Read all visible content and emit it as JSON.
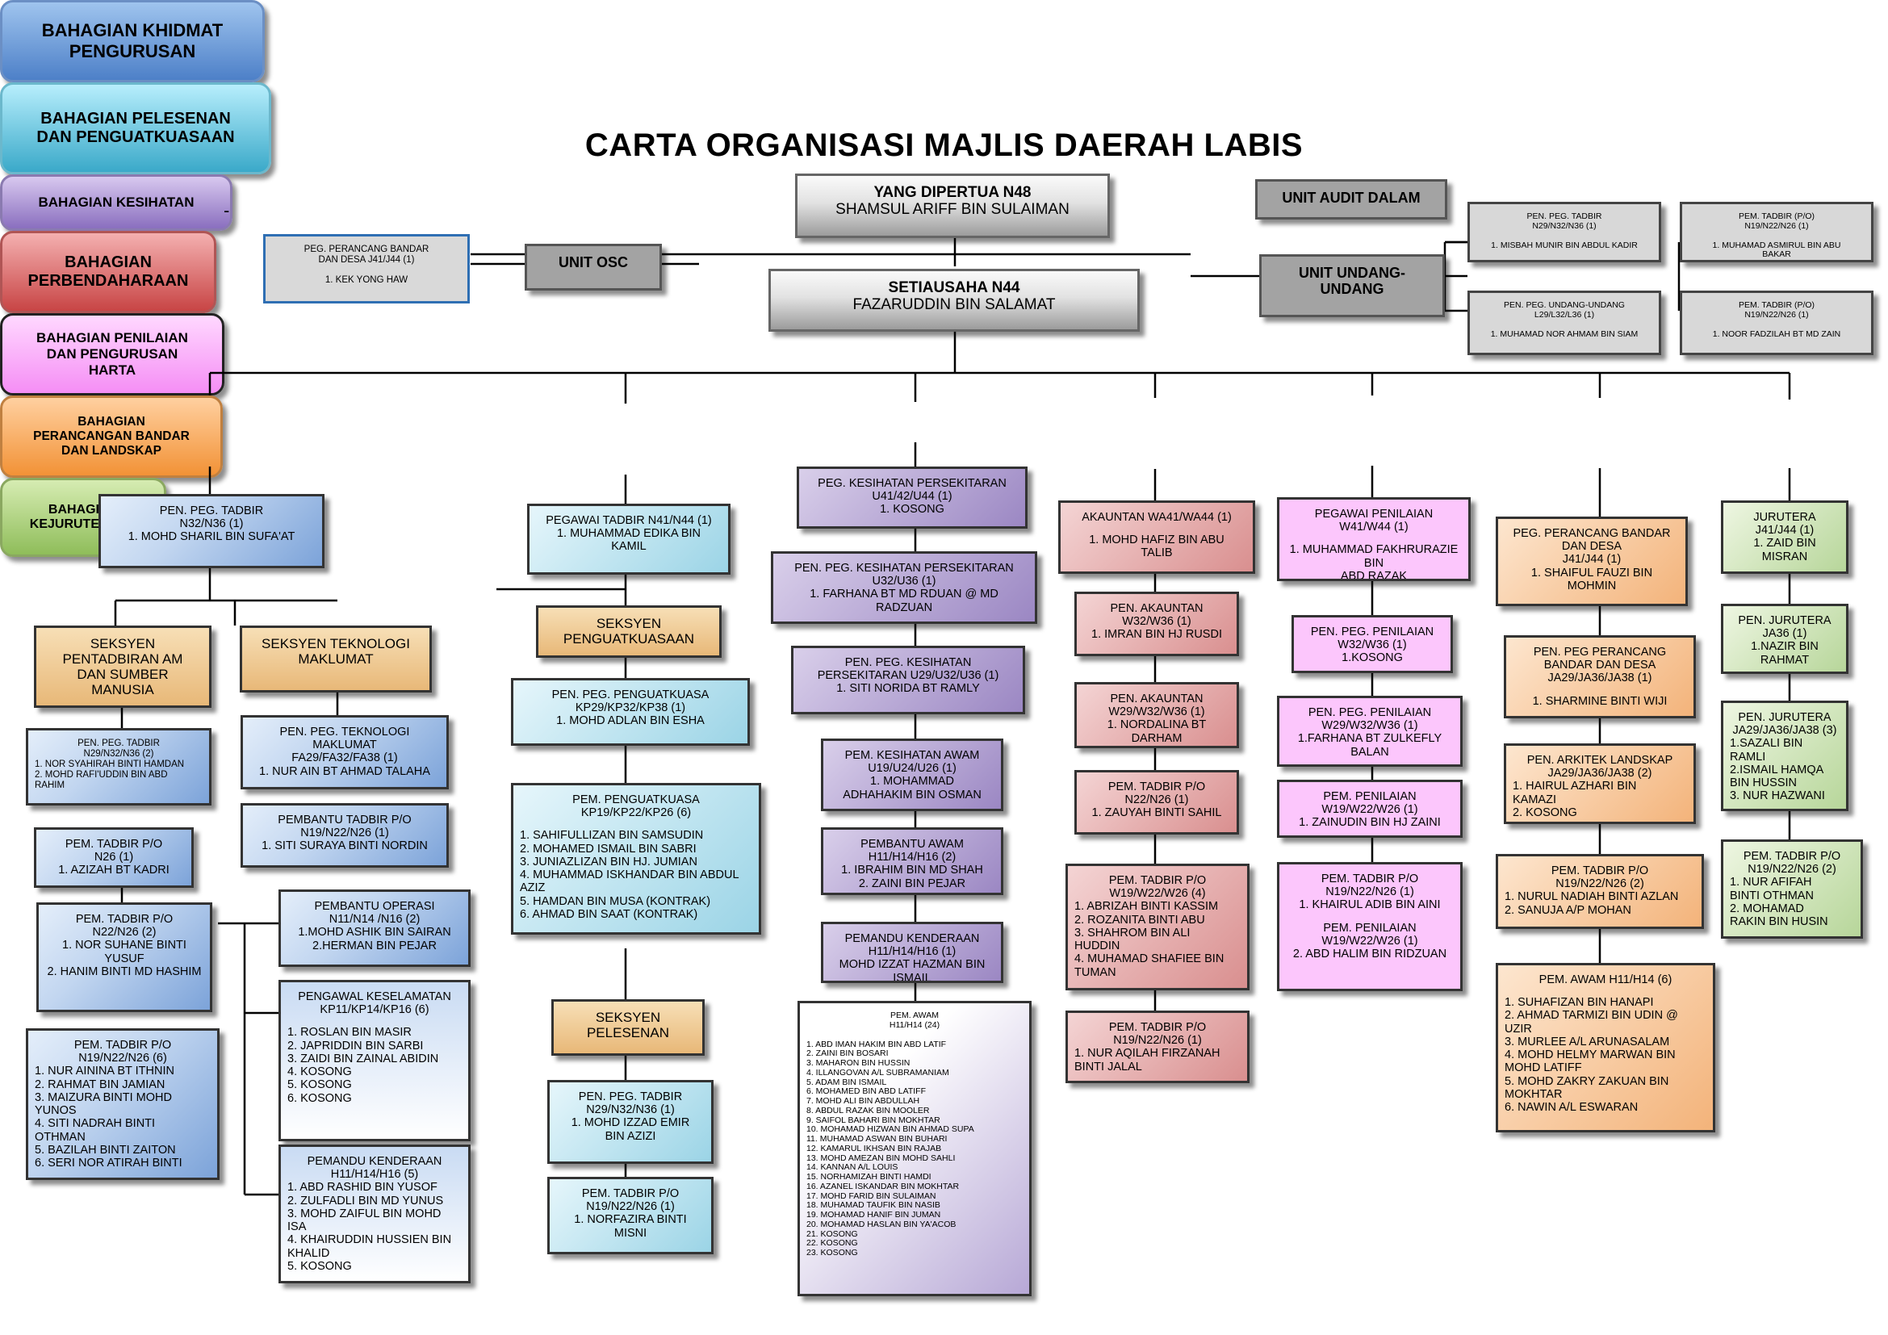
{
  "title": "CARTA ORGANISASI MAJLIS DAERAH LABIS",
  "dash": "-",
  "top": {
    "ydp": [
      "YANG DIPERTUA N48",
      "SHAMSUL ARIFF BIN SULAIMAN"
    ],
    "setiausaha": [
      "SETIAUSAHA N44",
      "FAZARUDDIN BIN SALAMAT"
    ],
    "audit": "UNIT AUDIT DALAM",
    "osc": "UNIT OSC",
    "osc_staff": [
      "PEG. PERANCANG BANDAR",
      "DAN DESA J41/J44 (1)",
      "",
      "1. KEK YONG HAW"
    ],
    "undang": [
      "UNIT UNDANG-",
      "UNDANG"
    ],
    "undang_staff": [
      [
        "PEN. PEG. TADBIR",
        "N29/N32/N36 (1)",
        "",
        "1. MISBAH MUNIR BIN ABDUL KADIR"
      ],
      [
        "PEM. TADBIR (P/O)",
        "N19/N22/N26 (1)",
        "",
        "1. MUHAMAD ASMIRUL BIN ABU",
        "BAKAR"
      ],
      [
        "PEN. PEG. UNDANG-UNDANG",
        "L29/L32/L36 (1)",
        "",
        "1. MUHAMAD NOR AHMAM BIN SIAM"
      ],
      [
        "PEM. TADBIR (P/O)",
        "N19/N22/N26 (1)",
        "",
        "1. NOOR FADZILAH BT MD ZAIN"
      ]
    ]
  },
  "divisions": [
    {
      "name": [
        "BAHAGIAN KHIDMAT",
        "PENGURUSAN"
      ],
      "color": "#5b8ed6",
      "boxes": [
        [
          "PEN. PEG. TADBIR",
          "N32/N36 (1)",
          "1. MOHD SHARIL BIN SUFA'AT"
        ],
        [
          "SEKSYEN",
          "PENTADBIRAN AM",
          "DAN SUMBER",
          "MANUSIA"
        ],
        [
          "SEKSYEN TEKNOLOGI",
          "MAKLUMAT"
        ],
        [
          "PEN. PEG. TADBIR",
          "N29/N32/N36 (2)",
          "1. NOR SYAHIRAH BINTI HAMDAN",
          "2. MOHD RAFI'UDDIN BIN ABD",
          "RAHIM"
        ],
        [
          "PEM. TADBIR P/O",
          "N26 (1)",
          "1. AZIZAH BT KADRI"
        ],
        [
          "PEM. TADBIR P/O",
          "N22/N26 (2)",
          "1. NOR SUHANE BINTI",
          "YUSUF",
          "2. HANIM BINTI MD HASHIM"
        ],
        [
          "PEM. TADBIR P/O",
          "N19/N22/N26 (6)",
          "1. NUR AININA BT ITHNIN",
          "2. RAHMAT BIN JAMIAN",
          "3. MAIZURA BINTI MOHD",
          "YUNOS",
          "4. SITI NADRAH BINTI",
          "OTHMAN",
          "5. BAZILAH BINTI ZAITON",
          "6. SERI NOR ATIRAH BINTI"
        ],
        [
          "PEN. PEG. TEKNOLOGI",
          "MAKLUMAT",
          "FA29/FA32/FA38 (1)",
          "1. NUR AIN BT AHMAD TALAHA"
        ],
        [
          "PEMBANTU TADBIR P/O",
          "N19/N22/N26 (1)",
          "1. SITI SURAYA BINTI NORDIN"
        ],
        [
          "PEMBANTU OPERASI",
          "N11/N14 /N16 (2)",
          "1.MOHD ASHIK BIN SAIRAN",
          "2.HERMAN BIN PEJAR"
        ],
        [
          "PENGAWAL KESELAMATAN",
          "KP11/KP14/KP16 (6)",
          "",
          "1. ROSLAN BIN MASIR",
          "2. JAPRIDDIN BIN SARBI",
          "3. ZAIDI BIN ZAINAL ABIDIN",
          "4. KOSONG",
          "5. KOSONG",
          "6. KOSONG"
        ],
        [
          "PEMANDU KENDERAAN",
          "H11/H14/H16 (5)",
          "1. ABD RASHID BIN YUSOF",
          "2. ZULFADLI BIN MD YUNUS",
          "3. MOHD ZAIFUL BIN MOHD",
          "ISA",
          "4. KHAIRUDDIN HUSSIEN BIN",
          "KHALID",
          "5. KOSONG"
        ]
      ]
    },
    {
      "name": [
        "BAHAGIAN PELESENAN",
        "DAN PENGUATKUASAAN"
      ],
      "color": "#49b6d2",
      "boxes": [
        [
          "PEGAWAI TADBIR N41/N44 (1)",
          "1. MUHAMMAD EDIKA BIN",
          "KAMIL"
        ],
        [
          "SEKSYEN",
          "PENGUATKUASAAN"
        ],
        [
          "PEN. PEG. PENGUATKUASA",
          "KP29/KP32/KP38 (1)",
          "1. MOHD ADLAN BIN ESHA"
        ],
        [
          "PEM. PENGUATKUASA",
          "KP19/KP22/KP26 (6)",
          "",
          "1. SAHIFULLIZAN BIN SAMSUDIN",
          "2. MOHAMED ISMAIL BIN SABRI",
          "3. JUNIAZLIZAN BIN HJ. JUMIAN",
          "4.  MUHAMMAD ISKHANDAR BIN ABDUL",
          "AZIZ",
          "5. HAMDAN BIN MUSA (KONTRAK)",
          "6. AHMAD BIN SAAT (KONTRAK)"
        ],
        [
          "SEKSYEN",
          "PELESENAN"
        ],
        [
          "PEN. PEG. TADBIR",
          "N29/N32/N36 (1)",
          "1. MOHD IZZAD EMIR",
          "BIN AZIZI"
        ],
        [
          "PEM. TADBIR P/O",
          "N19/N22/N26 (1)",
          "1. NORFAZIRA BINTI",
          "MISNI"
        ]
      ]
    },
    {
      "name": [
        "BAHAGIAN KESIHATAN"
      ],
      "color": "#9a84c8",
      "boxes": [
        [
          "PEG. KESIHATAN PERSEKITARAN",
          "U41/42/U44 (1)",
          "1. KOSONG"
        ],
        [
          "PEN. PEG. KESIHATAN PERSEKITARAN",
          "U32/U36 (1)",
          "1. FARHANA BT MD RDUAN @ MD",
          "RADZUAN"
        ],
        [
          "PEN. PEG. KESIHATAN",
          "PERSEKITARAN U29/U32/U36 (1)",
          "1. SITI NORIDA BT RAMLY"
        ],
        [
          "PEM. KESIHATAN AWAM",
          "U19/U24/U26 (1)",
          "1. MOHAMMAD",
          "ADHAHAKIM BIN OSMAN"
        ],
        [
          "PEMBANTU AWAM",
          "H11/H14/H16 (2)",
          "1. IBRAHIM BIN MD SHAH",
          "2. ZAINI BIN PEJAR"
        ],
        [
          "PEMANDU KENDERAAN",
          "H11/H14/H16 (1)",
          "MOHD IZZAT HAZMAN BIN",
          "ISMAIL"
        ],
        [
          "PEM. AWAM",
          "H11/H14 (24)",
          "",
          "1. ABD IMAN HAKIM BIN ABD LATIF",
          "2. ZAINI BIN BOSARI",
          "3. MAHARON BIN HUSSIN",
          "4. ILLANGOVAN A/L SUBRAMANIAM",
          "5. ADAM BIN ISMAIL",
          "6. MOHAMED BIN ABD LATIFF",
          "7. MOHD ALI BIN ABDULLAH",
          "8. ABDUL RAZAK BIN MOOLER",
          "9. SAIFOL BAHARI BIN MOKHTAR",
          "10. MOHAMAD HIZWAN BIN AHMAD SUPA",
          "11. MUHAMAD ASWAN BIN BUHARI",
          "12. KAMARUL IKHSAN BIN RAJAB",
          "13. MOHD AMEZAN BIN MOHD SAHLI",
          "14. KANNAN A/L LOUIS",
          "15. NORHAMIZAH BINTI HAMDI",
          "16. AZANEL ISKANDAR BIN MOKHTAR",
          "17. MOHD FARID BIN SULAIMAN",
          "18. MUHAMAD TAUFIK BIN NASIB",
          "19. MOHAMAD HANIF BIN JUMAN",
          "20. MOHAMAD HASLAN BIN YA'ACOB",
          "21. KOSONG",
          "22. KOSONG",
          "23. KOSONG"
        ]
      ]
    },
    {
      "name": [
        "BAHAGIAN",
        "PERBENDAHARAAN"
      ],
      "color": "#c84a4a",
      "boxes": [
        [
          "AKAUNTAN WA41/WA44 (1)",
          "",
          "1. MOHD HAFIZ BIN ABU",
          "TALIB"
        ],
        [
          "PEN. AKAUNTAN",
          "W32/W36 (1)",
          "1. IMRAN BIN HJ RUSDI"
        ],
        [
          "PEN. AKAUNTAN",
          "W29/W32/W36 (1)",
          "1. NORDALINA BT",
          "DARHAM"
        ],
        [
          "PEM. TADBIR P/O",
          "N22/N26 (1)",
          "1. ZAUYAH BINTI SAHIL"
        ],
        [
          "PEM. TADBIR P/O",
          "W19/W22/W26 (4)",
          "1. ABRIZAH BINTI KASSIM",
          "2. ROZANITA BINTI ABU",
          "3. SHAHROM BIN ALI",
          "HUDDIN",
          "4. MUHAMAD SHAFIEE BIN",
          "TUMAN"
        ],
        [
          "PEM. TADBIR P/O",
          "N19/N22/N26 (1)",
          "1. NUR AQILAH FIRZANAH",
          "BINTI JALAL"
        ]
      ]
    },
    {
      "name": [
        "BAHAGIAN PENILAIAN",
        "DAN PENGURUSAN",
        "HARTA"
      ],
      "color": "#f58ef5",
      "boxes": [
        [
          "PEGAWAI PENILAIAN",
          "W41/W44 (1)",
          "",
          "1. MUHAMMAD FAKHRURAZIE BIN",
          "ABD RAZAK"
        ],
        [
          "PEN. PEG. PENILAIAN",
          "W32/W36 (1)",
          "1.KOSONG"
        ],
        [
          "PEN. PEG. PENILAIAN",
          "W29/W32/W36 (1)",
          "1.FARHANA BT ZULKEFLY",
          "BALAN"
        ],
        [
          "PEM. PENILAIAN",
          "W19/W22/W26 (1)",
          "1. ZAINUDIN BIN HJ ZAINI"
        ],
        [
          "PEM. TADBIR P/O",
          "N19/N22/N26 (1)",
          "1. KHAIRUL ADIB BIN AINI",
          "",
          "PEM. PENILAIAN",
          "W19/W22/W26 (1)",
          "2. ABD HALIM BIN RIDZUAN"
        ]
      ]
    },
    {
      "name": [
        "BAHAGIAN",
        "PERANCANGAN BANDAR",
        "DAN LANDSKAP"
      ],
      "color": "#f29236",
      "boxes": [
        [
          "PEG. PERANCANG BANDAR",
          "DAN DESA",
          "J41/J44 (1)",
          "1. SHAIFUL FAUZI BIN",
          "MOHMIN"
        ],
        [
          "PEN. PEG PERANCANG",
          "BANDAR DAN DESA",
          "JA29/JA36/JA38 (1)",
          "",
          "1. SHARMINE BINTI WIJI"
        ],
        [
          "PEN. ARKITEK LANDSKAP",
          "JA29/JA36/JA38 (2)",
          "1. HAIRUL AZHARI BIN",
          "KAMAZI",
          "2. KOSONG"
        ],
        [
          "PEM. TADBIR P/O",
          "N19/N22/N26 (2)",
          "1. NURUL NADIAH BINTI AZLAN",
          "2. SANUJA A/P MOHAN"
        ],
        [
          "PEM.  AWAM H11/H14 (6)",
          "",
          "1. SUHAFIZAN BIN HANAPI",
          "2. AHMAD TARMIZI BIN UDIN @",
          "UZIR",
          "3. MURLEE A/L ARUNASALAM",
          "4. MOHD HELMY MARWAN BIN",
          "MOHD LATIFF",
          "5. MOHD ZAKRY ZAKUAN BIN",
          "MOKHTAR",
          "6. NAWIN A/L ESWARAN"
        ]
      ]
    },
    {
      "name": [
        "BAHAGIAN",
        "KEJURUTERAAN"
      ],
      "color": "#8fbd5a",
      "boxes": [
        [
          "JURUTERA",
          "J41/J44 (1)",
          "1. ZAID BIN",
          "MISRAN"
        ],
        [
          "PEN. JURUTERA",
          "JA36 (1)",
          "1.NAZIR BIN",
          "RAHMAT"
        ],
        [
          "PEN. JURUTERA",
          "JA29/JA36/JA38 (3)",
          "1.SAZALI BIN",
          "RAMLI",
          "2.ISMAIL HAMQA",
          "BIN  HUSSIN",
          "3. NUR HAZWANI"
        ],
        [
          "PEM. TADBIR P/O",
          "N19/N22/N26 (2)",
          "1. NUR AFIFAH",
          "BINTI OTHMAN",
          "2. MOHAMAD",
          "RAKIN BIN HUSIN"
        ]
      ]
    }
  ]
}
